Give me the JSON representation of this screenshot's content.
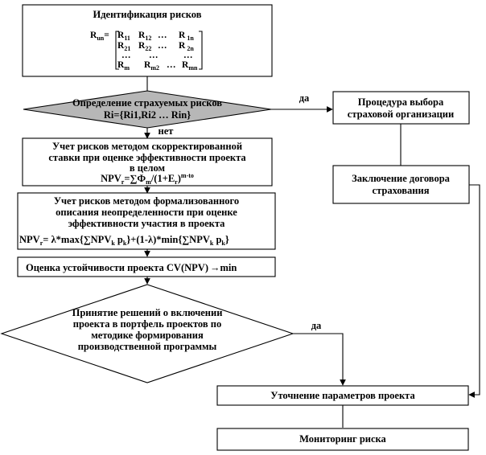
{
  "identification": {
    "title": "Идентификация рисков",
    "matrix": {
      "lhs": "R",
      "lhs_sub": "un",
      "eq": "=",
      "row1": [
        {
          "t": "R",
          "s": "11"
        },
        {
          "t": "R",
          "s": "12"
        },
        {
          "t": "…",
          "s": ""
        },
        {
          "t": "R",
          "s": "1n"
        }
      ],
      "row2": [
        {
          "t": "R",
          "s": "21"
        },
        {
          "t": "R",
          "s": "22"
        },
        {
          "t": "…",
          "s": ""
        },
        {
          "t": "R",
          "s": "2n"
        }
      ],
      "row3": [
        "…",
        "…",
        "…"
      ],
      "row4": [
        {
          "t": "R",
          "s": "m"
        },
        {
          "t": "R",
          "s": "m2"
        },
        {
          "t": "…",
          "s": ""
        },
        {
          "t": "R",
          "s": "mn"
        }
      ]
    }
  },
  "insured_risks": {
    "line1": "Определение страхуемых рисков",
    "line2": "Ri={Ri1,Ri2 … Rin}"
  },
  "insurer_selection": {
    "line1": "Процедура выбора",
    "line2": "страховой организации"
  },
  "contract": {
    "line1": "Заключение договора",
    "line2": "страхования"
  },
  "adjusted_rate": {
    "line1": "Учет рисков методом скорректированной",
    "line2": "ставки при оценке эффективности проекта",
    "line3": "в целом",
    "f_npv": "NPV",
    "f_npv_sub": "r",
    "f_eq": "=∑Ф",
    "f_phi_sub": "m",
    "f_div": "/(1+E",
    "f_e_sub": "r",
    "f_close": ")",
    "f_exp": "m-to"
  },
  "uncertainty": {
    "line1": "Учет рисков методом формализованного",
    "line2": "описания неопределенности при оценке",
    "line3": "эффективности участия в проекта",
    "f_a": "NPV",
    "f_a_sub": "r",
    "f_b": "=  λ*max{∑NPV",
    "f_b_sub": "k",
    "f_c": " p",
    "f_c_sub": "k",
    "f_d": "}+(1-λ)*min{∑NPV",
    "f_d_sub": "k",
    "f_e": " p",
    "f_e_sub": "k",
    "f_f": "}"
  },
  "stability": {
    "text": "Оценка устойчивости проекта CV(NPV)",
    "arrow": "→",
    "min": "min"
  },
  "portfolio": {
    "line1": "Принятие решений о включении",
    "line2": "проекта в портфель проектов по",
    "line3": "методике формирования",
    "line4": "производственной программы"
  },
  "refine": {
    "text": "Уточнение параметров проекта"
  },
  "monitoring": {
    "text": "Мониторинг риска"
  },
  "labels": {
    "yes1": "да",
    "no": "нет",
    "yes2": "да"
  }
}
